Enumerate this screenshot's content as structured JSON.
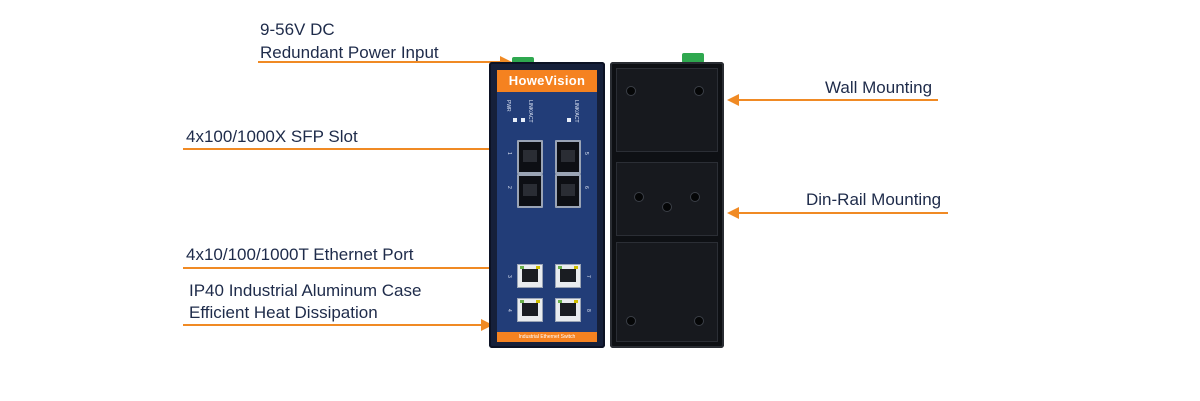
{
  "callouts": {
    "power": {
      "line1": "9-56V DC",
      "line2": "Redundant Power Input"
    },
    "sfp": {
      "label": "4x100/1000X SFP Slot"
    },
    "ethernet": {
      "label": "4x10/100/1000T Ethernet Port"
    },
    "case": {
      "line1": "IP40 Industrial Aluminum Case",
      "line2": "Efficient Heat Dissipation"
    },
    "wall": {
      "label": "Wall Mounting"
    },
    "din": {
      "label": "Din-Rail Mounting"
    }
  },
  "device": {
    "brand": "HoweVision",
    "led_labels": [
      "PWR",
      "LINK/ACT",
      "LINK/ACT"
    ],
    "port_numbers": [
      "1",
      "2",
      "5",
      "6",
      "3",
      "4",
      "7",
      "8"
    ],
    "bottom_label": "Industrial Ethernet Switch"
  },
  "colors": {
    "accent": "#f08a24",
    "text": "#1e2b4a",
    "panel": "#223d78",
    "brand_bar": "#f58220",
    "terminal": "#2fa84f"
  }
}
